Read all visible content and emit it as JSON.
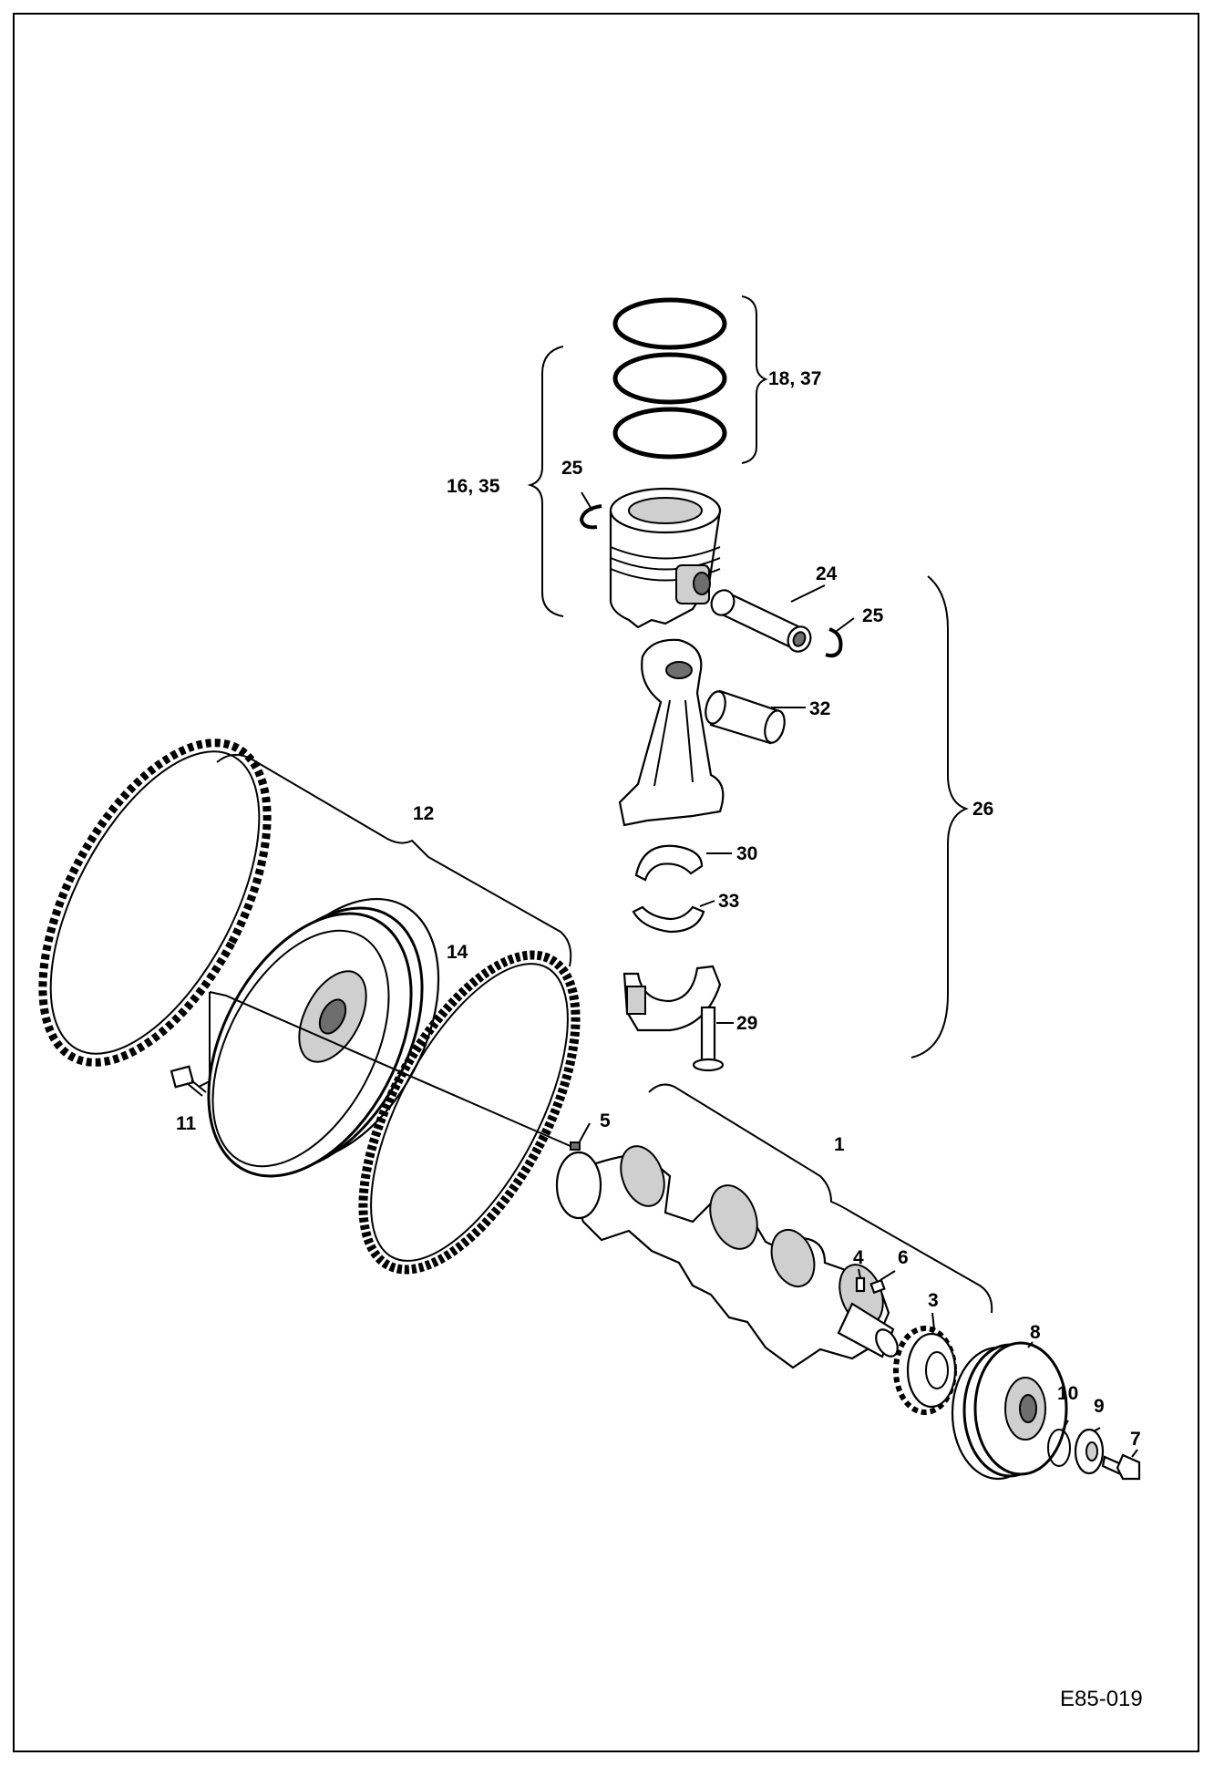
{
  "drawing_ref": "E85-019",
  "callouts": {
    "c1": "1",
    "c3": "3",
    "c4": "4",
    "c5": "5",
    "c6": "6",
    "c7": "7",
    "c8": "8",
    "c9": "9",
    "c10": "10",
    "c11": "11",
    "c12": "12",
    "c14": "14",
    "c16_35": "16, 35",
    "c18_37": "18, 37",
    "c24": "24",
    "c25a": "25",
    "c25b": "25",
    "c26": "26",
    "c29": "29",
    "c30": "30",
    "c32": "32",
    "c33": "33"
  }
}
